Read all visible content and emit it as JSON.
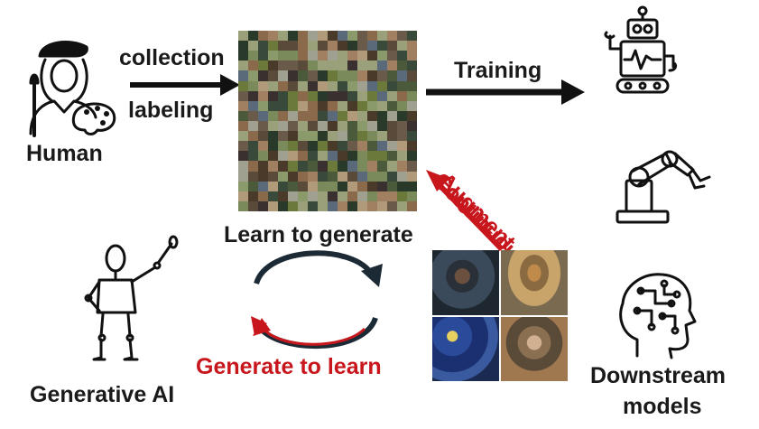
{
  "labels": {
    "human": "Human",
    "collection": "collection",
    "labeling": "labeling",
    "training": "Training",
    "continuous": "Continuous",
    "augment": "Augment",
    "learn_to_generate": "Learn to generate",
    "generate_to_learn": "Generate to learn",
    "generative_ai": "Generative AI",
    "downstream_line1": "Downstream",
    "downstream_line2": "models"
  },
  "colors": {
    "accent_red": "#c8161d",
    "text": "#1a1a1a",
    "arrow_dark": "#1c2a35"
  },
  "icons": [
    "artist-icon",
    "robot-icon",
    "robot-arm-icon",
    "brain-circuit-icon",
    "mannequin-icon"
  ]
}
